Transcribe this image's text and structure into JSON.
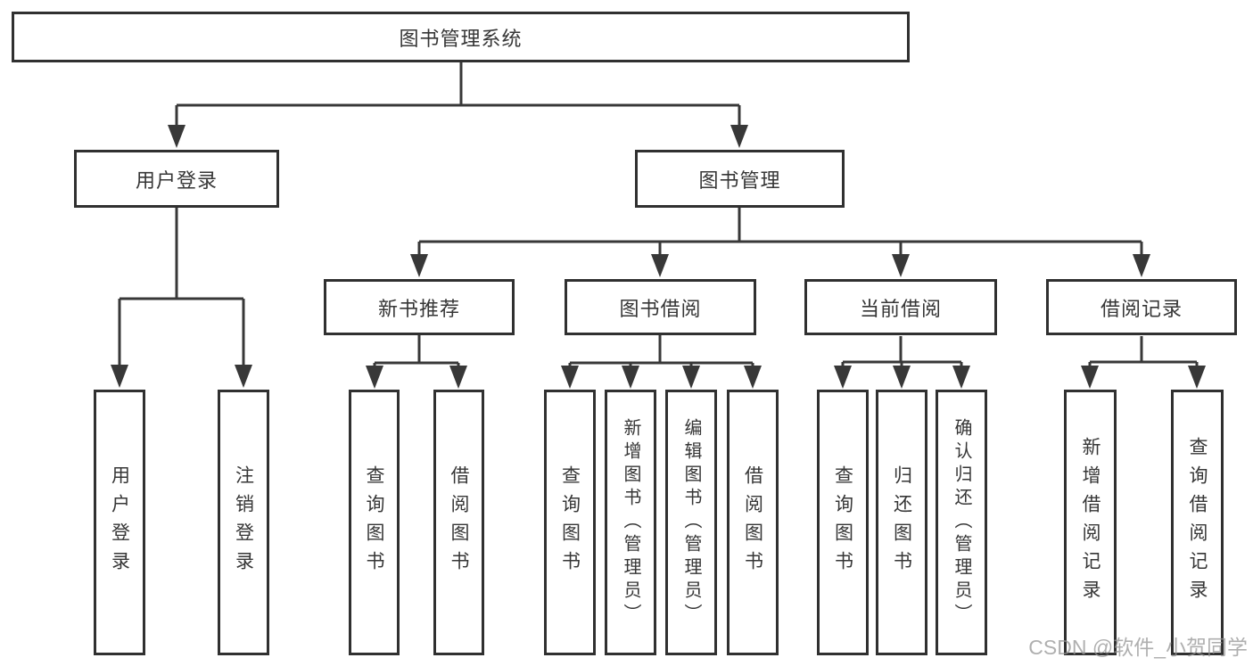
{
  "watermark": {
    "text": "CSDN @软件_小贺同学"
  },
  "tree": {
    "root": {
      "label": "图书管理系统"
    },
    "branches": [
      {
        "label": "用户登录",
        "children": [
          {
            "label": "用户登录"
          },
          {
            "label": "注销登录"
          }
        ]
      },
      {
        "label": "图书管理",
        "children": [
          {
            "label": "新书推荐",
            "children": [
              {
                "label": "查询图书"
              },
              {
                "label": "借阅图书"
              }
            ]
          },
          {
            "label": "图书借阅",
            "children": [
              {
                "label": "查询图书"
              },
              {
                "label": "新增图书（管理员）"
              },
              {
                "label": "编辑图书（管理员）"
              },
              {
                "label": "借阅图书"
              }
            ]
          },
          {
            "label": "当前借阅",
            "children": [
              {
                "label": "查询图书"
              },
              {
                "label": "归还图书"
              },
              {
                "label": "确认归还（管理员）"
              }
            ]
          },
          {
            "label": "借阅记录",
            "children": [
              {
                "label": "新增借阅记录"
              },
              {
                "label": "查询借阅记录"
              }
            ]
          }
        ]
      }
    ]
  }
}
